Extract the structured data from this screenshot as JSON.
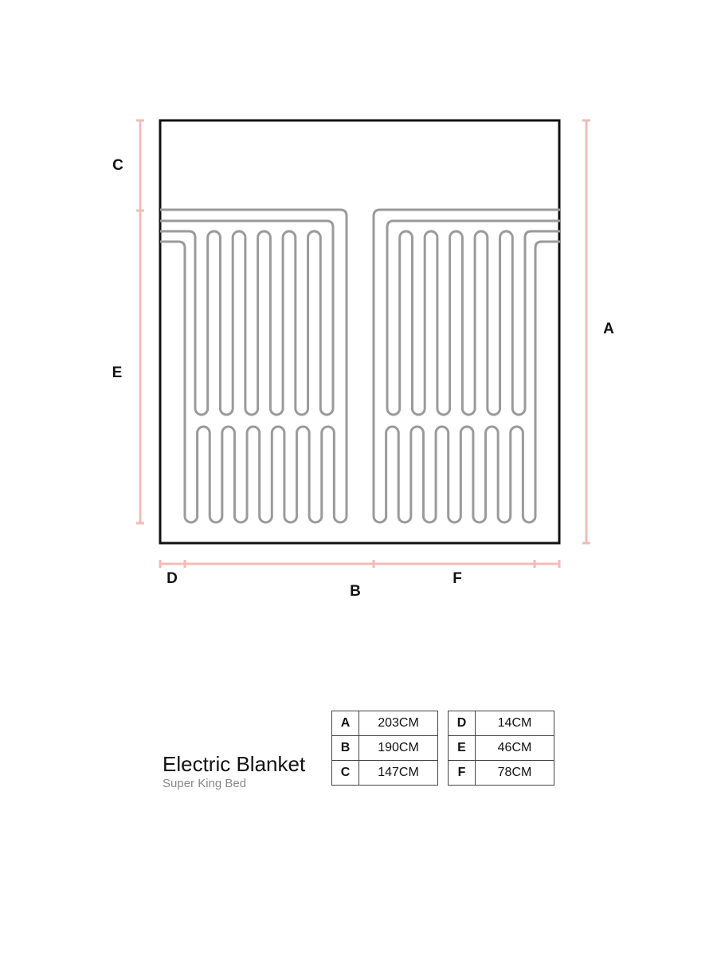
{
  "title": "Electric Blanket",
  "subtitle": "Super King Bed",
  "labels": {
    "A": "A",
    "B": "B",
    "C": "C",
    "D": "D",
    "E": "E",
    "F": "F"
  },
  "table_left": [
    {
      "key": "A",
      "value": "203CM"
    },
    {
      "key": "B",
      "value": "190CM"
    },
    {
      "key": "C",
      "value": "147CM"
    }
  ],
  "table_right": [
    {
      "key": "D",
      "value": "14CM"
    },
    {
      "key": "E",
      "value": "46CM"
    },
    {
      "key": "F",
      "value": "78CM"
    }
  ],
  "colors": {
    "dimension": "#f2bcb4",
    "wire": "#9a9a9a",
    "outline": "#111111"
  }
}
